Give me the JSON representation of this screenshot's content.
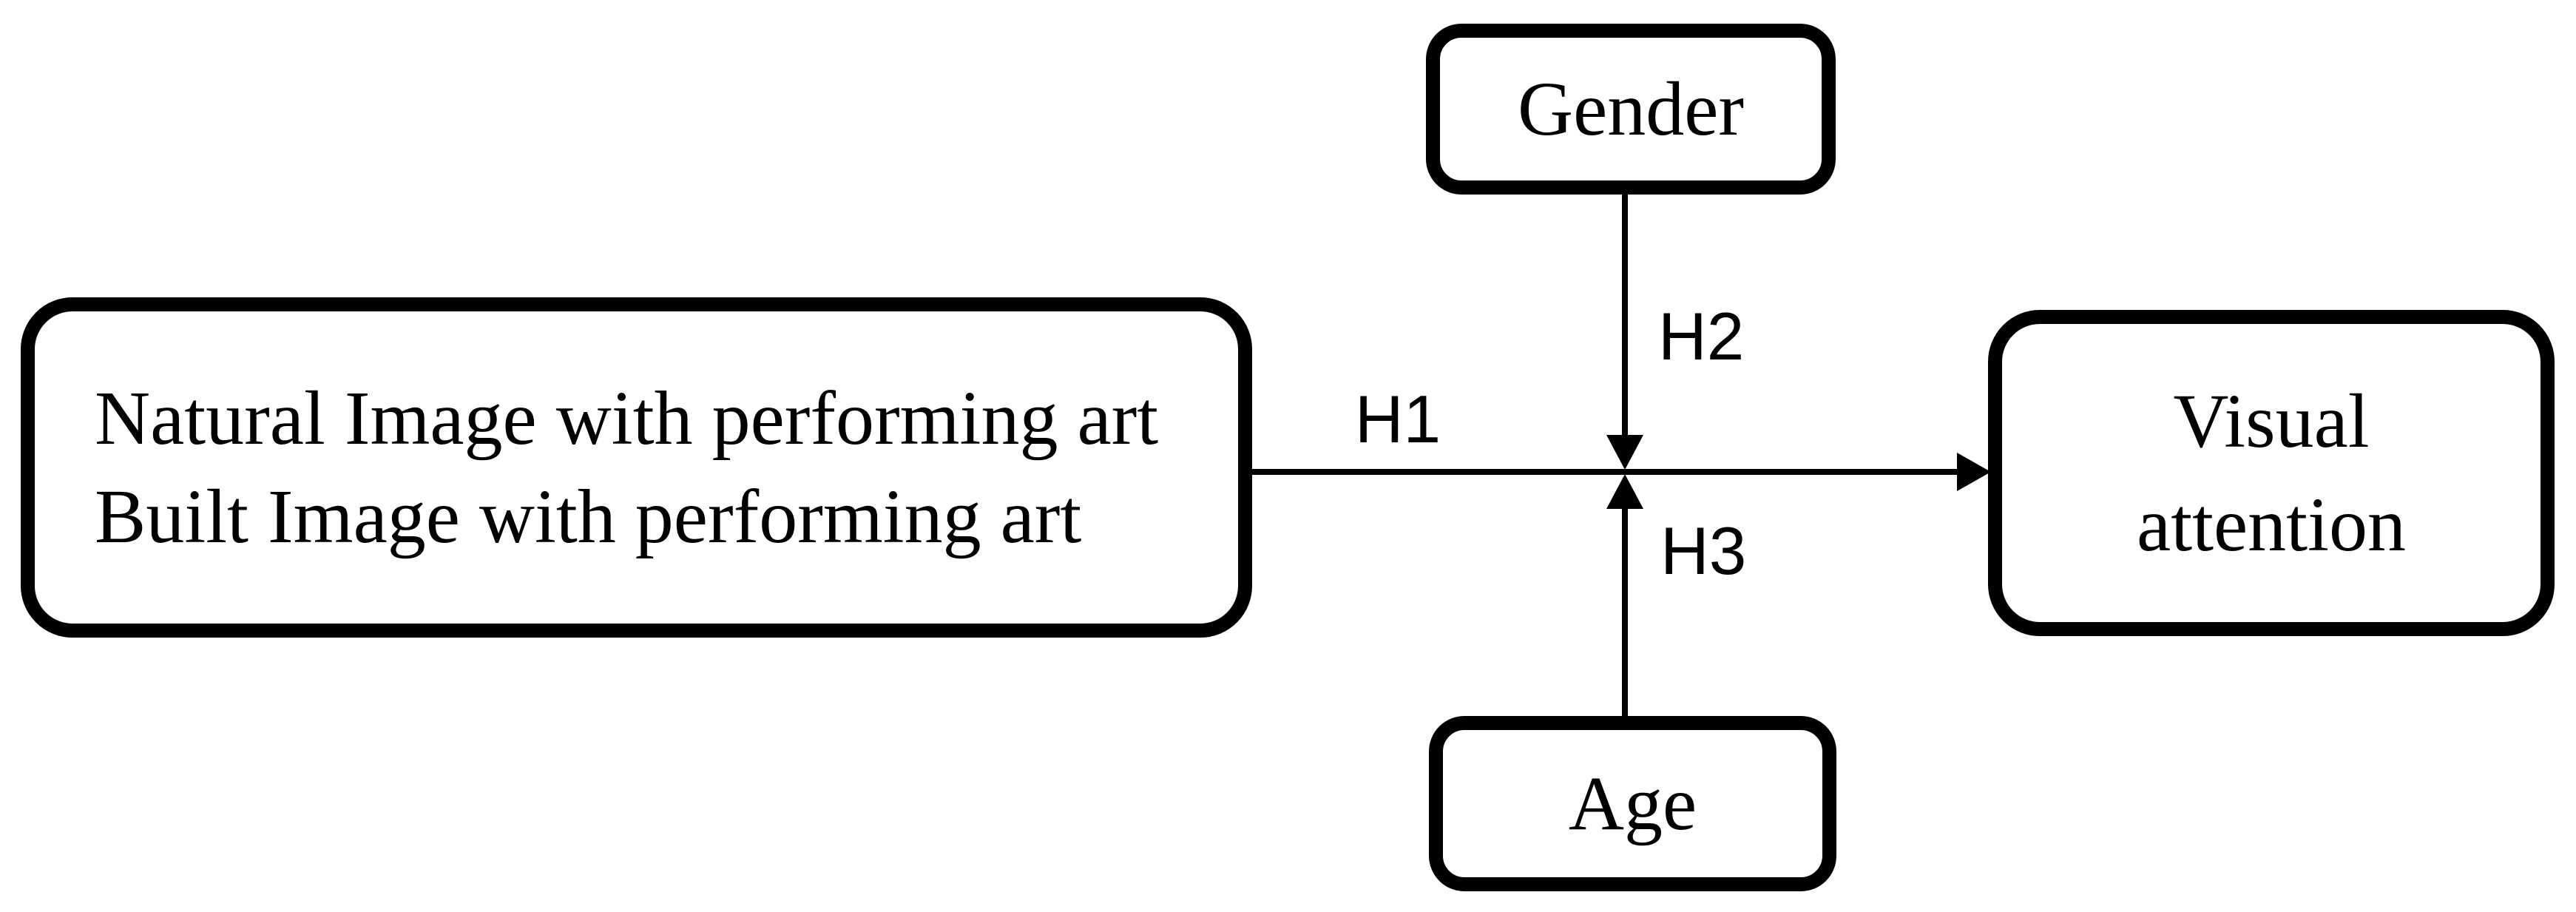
{
  "colors": {
    "background": "#ffffff",
    "stroke": "#000000",
    "box_fill": "#ffffff",
    "text": "#000000"
  },
  "nodes": {
    "stimuli": {
      "lines": [
        "Natural Image with performing art",
        "Built Image with performing art"
      ]
    },
    "gender": {
      "label": "Gender"
    },
    "visual_attention": {
      "lines": [
        "Visual",
        "attention"
      ]
    },
    "age": {
      "label": "Age"
    }
  },
  "edges": {
    "h1": {
      "label": "H1",
      "from": "stimuli",
      "to": "visual_attention",
      "direction": "right"
    },
    "h2": {
      "label": "H2",
      "from": "gender",
      "to": "h1_path",
      "direction": "down"
    },
    "h3": {
      "label": "H3",
      "from": "age",
      "to": "h1_path",
      "direction": "up"
    }
  }
}
